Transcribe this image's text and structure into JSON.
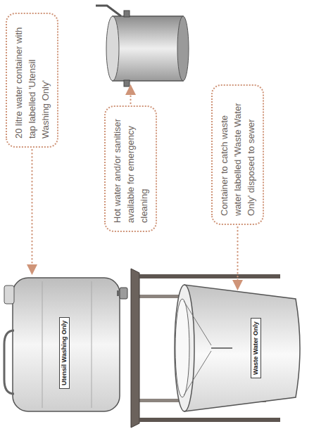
{
  "diagram": {
    "nodes": [
      {
        "text": [
          "20 litre water container with tap labelled 'Utensil Washing Only'"
        ]
      },
      {
        "text": [
          "Hot water and/or sanitiser available for emergency cleaning"
        ]
      },
      {
        "text": [
          "Container to catch waste water labelled 'Waste Water Only' disposed to sewer"
        ]
      }
    ],
    "labels": [
      "Utensil Washing Only",
      "Waste Water Only"
    ]
  }
}
